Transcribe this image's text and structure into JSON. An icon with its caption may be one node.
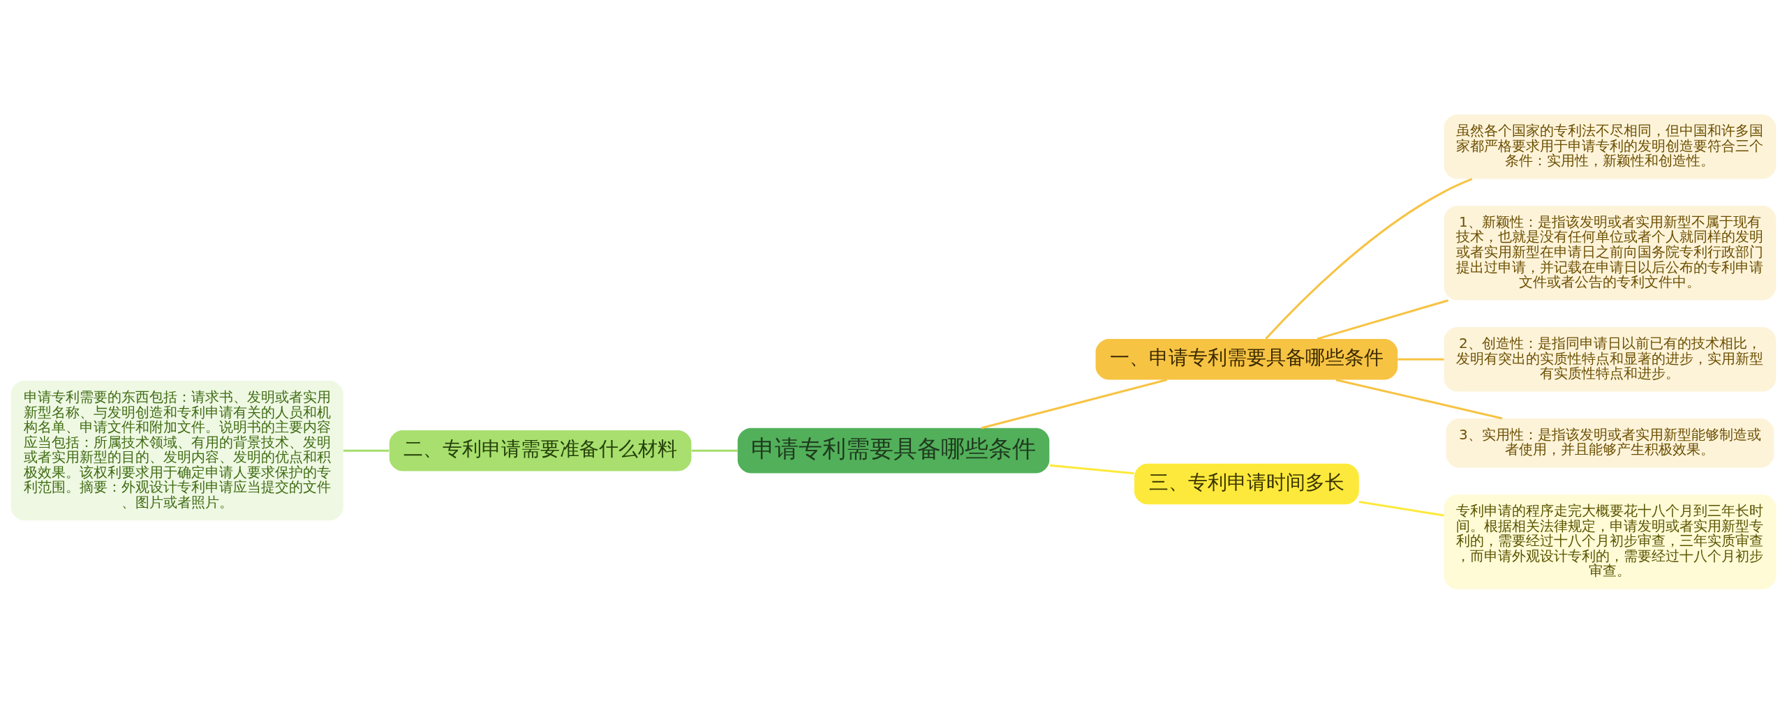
{
  "diagram": {
    "nodes": [
      {
        "text": [
          "申请专利需要具备哪些条件"
        ]
      },
      {
        "text": [
          "一、申请专利需要具备哪些条件"
        ]
      },
      {
        "text": [
          "虽然各个国家的专利法不尽相同，但中国和许多国家都严格要求用于申请专利的发明创造要符合三个条件：实用性，新颖性和创造性。"
        ]
      },
      {
        "text": [
          "1、新颖性：是指该发明或者实用新型不属于现有技术，也就是没有任何单位或者个人就同样的发明或者实用新型在申请日之前向国务院专利行政部门提出过申请，并记载在申请日以后公布的专利申请文件或者公告的专利文件中。"
        ]
      },
      {
        "text": [
          "2、创造性：是指同申请日以前已有的技术相比，发明有突出的实质性特点和显著的进步，实用新型有实质性特点和进步。"
        ]
      },
      {
        "text": [
          "3、实用性：是指该发明或者实用新型能够制造或者使用，并且能够产生积极效果。"
        ]
      },
      {
        "text": [
          "二、专利申请需要准备什么材料"
        ]
      },
      {
        "text": [
          "申请专利需要的东西包括：请求书、发明或者实用新型名称、与发明创造和专利申请有关的人员和机构名单、申请文件和附加文件。说明书的主要内容应当包括：所属技术领域、有用的背景技术、发明或者实用新型的目的、发明内容、发明的优点和积极效果。该权利要求用于确定申请人要求保护的专利范围。摘要：外观设计专利申请应当提交的文件、图片或者照片。"
        ]
      },
      {
        "text": [
          "三、专利申请时间多长"
        ]
      },
      {
        "text": [
          "专利申请的程序走完大概要花十八个月到三年长时间。根据相关法律规定，申请发明或者实用新型专利的，需要经过十八个月初步审查，三年实质审查，而申请外观设计专利的，需要经过十八个月初步审查。"
        ]
      }
    ],
    "edges": [
      {
        "from": 0,
        "to": 1,
        "arrow": "none"
      },
      {
        "from": 1,
        "to": 2,
        "arrow": "none"
      },
      {
        "from": 1,
        "to": 3,
        "arrow": "none"
      },
      {
        "from": 1,
        "to": 4,
        "arrow": "none"
      },
      {
        "from": 1,
        "to": 5,
        "arrow": "none"
      },
      {
        "from": 0,
        "to": 6,
        "arrow": "none",
        "color": "#a4dd6a"
      },
      {
        "from": 6,
        "to": 7,
        "arrow": "none",
        "color": "#a4dd6a"
      },
      {
        "from": 0,
        "to": 8,
        "arrow": "none",
        "color": "#fde93b"
      },
      {
        "from": 8,
        "to": 9,
        "arrow": "none",
        "color": "#fde93b"
      }
    ]
  }
}
